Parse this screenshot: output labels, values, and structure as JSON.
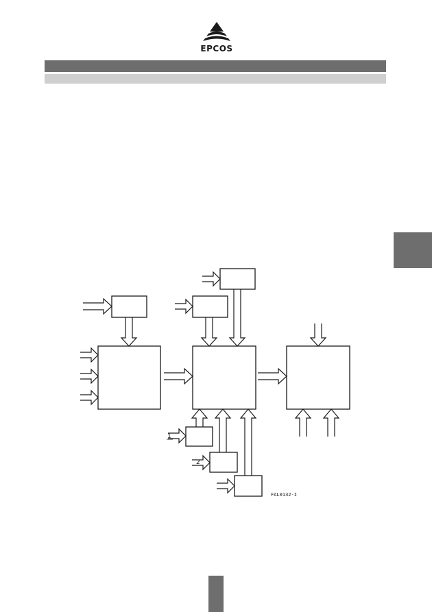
{
  "header": {
    "logo_text": "EPCOS"
  },
  "diagram": {
    "figure_id": "FAL0132-I",
    "input_labels": [
      "1",
      "2"
    ]
  },
  "colors": {
    "header_bar": "#6e6e6e",
    "subheader_bar": "#cfcfcf",
    "line": "#1a1a1a"
  }
}
